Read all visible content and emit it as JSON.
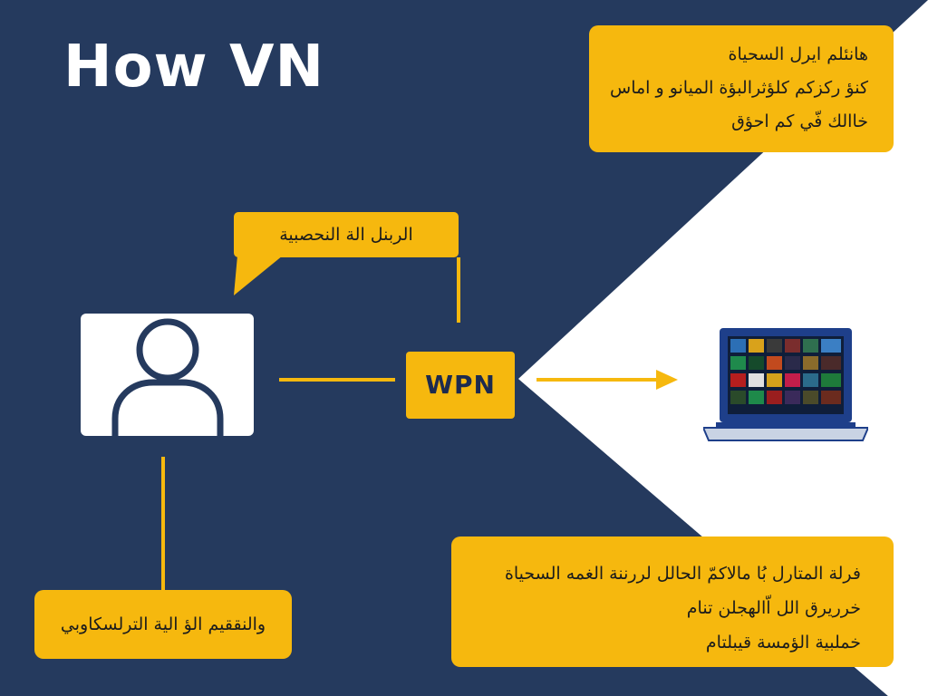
{
  "title": "How VN",
  "colors": {
    "navy": "#253a5e",
    "accent": "#f6b80e",
    "white": "#ffffff",
    "text_dark": "#1c1c1c",
    "laptop_screen": "#1e3f8a",
    "laptop_base": "#c9d3e4"
  },
  "callouts": {
    "top_right": {
      "lines": [
        "هانئلم ايرل السحياة",
        "كنؤ ركزكم كلؤثرالبؤة الميانو و اماس",
        "خاالك فّي كم احؤق"
      ]
    },
    "speech": {
      "text": "الربنل الة النحصبية"
    },
    "bottom_left": {
      "text": "والنققيم الؤ الية الترلسكاوبي"
    },
    "bottom_right": {
      "lines": [
        "فرلة المتارل بُا مالاكمّ الحالل لررننة الغمه السحياة",
        "خرريرق الل اّالهجلن تنام",
        "خملبية الؤمسة قيبلتام"
      ]
    }
  },
  "vpn_box": {
    "label": "WPN"
  },
  "icons": {
    "user": "user-icon",
    "laptop": "laptop-icon"
  }
}
